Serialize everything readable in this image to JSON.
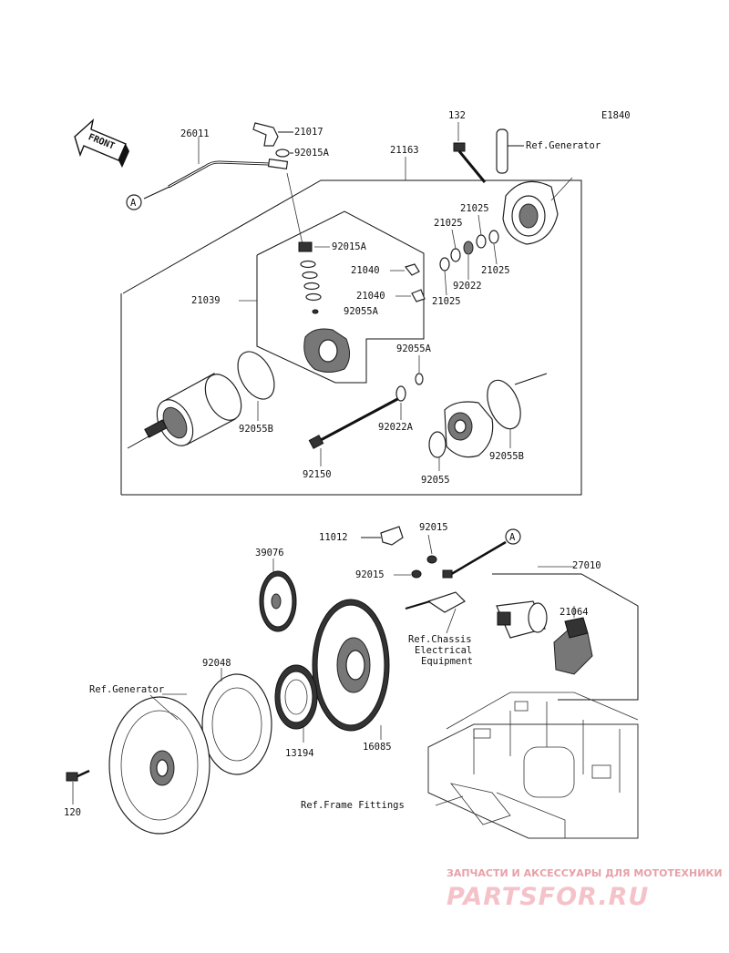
{
  "diagram_code": "E1840",
  "front_label": "FRONT",
  "labels": {
    "p132": "132",
    "ref_generator_top": "Ref.Generator",
    "p26011": "26011",
    "p21017": "21017",
    "p92015A_top": "92015A",
    "p21163": "21163",
    "p21025_a": "21025",
    "p21025_b": "21025",
    "p21025_c": "21025",
    "p21025_d": "21025",
    "p92022": "92022",
    "p92015A_mid": "92015A",
    "p21040_a": "21040",
    "p21040_b": "21040",
    "p92055A_a": "92055A",
    "p92055A_b": "92055A",
    "p21039": "21039",
    "p92055B_a": "92055B",
    "p92055B_b": "92055B",
    "p92022A": "92022A",
    "p92150": "92150",
    "p92055": "92055",
    "ref_a_top": "A",
    "ref_a_bottom": "A",
    "p11012": "11012",
    "p92015_a": "92015",
    "p92015_b": "92015",
    "p27010": "27010",
    "p21064": "21064",
    "p39076": "39076",
    "ref_chassis_1": "Ref.Chassis",
    "ref_chassis_2": "Electrical",
    "ref_chassis_3": "Equipment",
    "p92048": "92048",
    "ref_generator_bottom": "Ref.Generator",
    "p13194": "13194",
    "p16085": "16085",
    "p120": "120",
    "ref_frame": "Ref.Frame Fittings"
  },
  "watermark": {
    "tagline": "ЗАПЧАСТИ И АКСЕССУАРЫ ДЛЯ МОТОТЕХНИКИ",
    "logo": "PARTSFOR.RU"
  }
}
